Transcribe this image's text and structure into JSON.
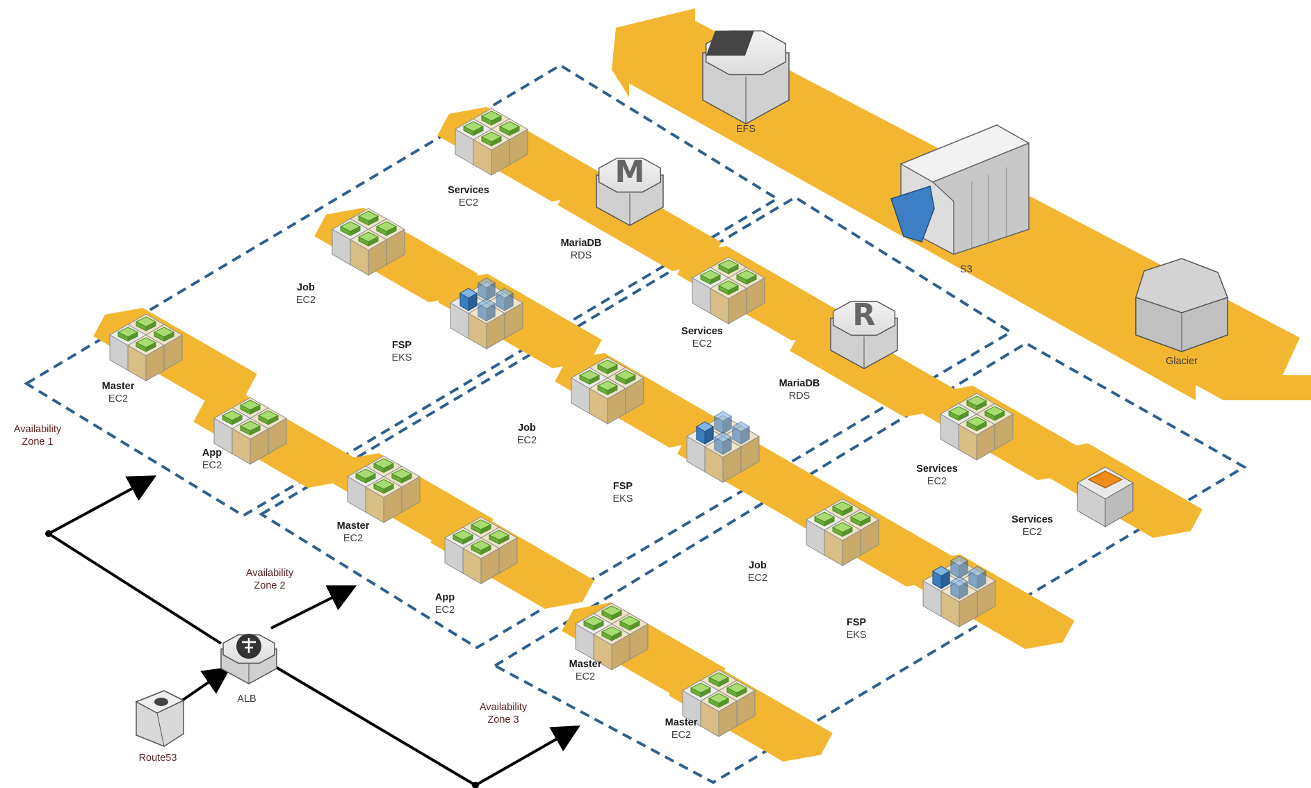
{
  "storage": {
    "efs": {
      "label": "EFS"
    },
    "s3": {
      "label": "S3"
    },
    "glacier": {
      "label": "Glacier"
    }
  },
  "zones": [
    {
      "label_line1": "Availability",
      "label_line2": "Zone 1",
      "groups": [
        {
          "name": "Master",
          "kind": "EC2"
        },
        {
          "name": "App",
          "kind": "EC2"
        },
        {
          "name": "Job",
          "kind": "EC2"
        },
        {
          "name": "FSP",
          "kind": "EKS"
        },
        {
          "name": "Services",
          "kind": "EC2"
        },
        {
          "name": "MariaDB",
          "kind": "RDS",
          "badge": "M"
        }
      ]
    },
    {
      "label_line1": "Availability",
      "label_line2": "Zone 2",
      "groups": [
        {
          "name": "Master",
          "kind": "EC2"
        },
        {
          "name": "App",
          "kind": "EC2"
        },
        {
          "name": "Job",
          "kind": "EC2"
        },
        {
          "name": "FSP",
          "kind": "EKS"
        },
        {
          "name": "Services",
          "kind": "EC2"
        },
        {
          "name": "MariaDB",
          "kind": "RDS",
          "badge": "R"
        }
      ]
    },
    {
      "label_line1": "Availability",
      "label_line2": "Zone 3",
      "groups": [
        {
          "name": "Master",
          "kind": "EC2"
        },
        {
          "name": "Master",
          "kind": "EC2"
        },
        {
          "name": "Job",
          "kind": "EC2"
        },
        {
          "name": "FSP",
          "kind": "EKS"
        },
        {
          "name": "Services",
          "kind": "EC2"
        },
        {
          "name": "Services",
          "kind": "EC2"
        }
      ]
    }
  ],
  "network": {
    "alb": {
      "label": "ALB"
    },
    "route53": {
      "label": "Route53"
    }
  },
  "colors": {
    "band": "#F2B630",
    "zone_border": "#2E5F8E",
    "ec2_icon": "#7BC44A",
    "eks_icon": "#3A7DC0",
    "sg_cube": "#D9B676",
    "server_grey": "#D6D6D6"
  },
  "icons": {
    "efs": "efs-icon",
    "s3": "s3-bucket-icon",
    "glacier": "glacier-icon",
    "rds": "rds-db-icon",
    "ec2": "ec2-instance-icon",
    "eks": "eks-container-icon",
    "alb": "load-balancer-icon",
    "route53": "route53-icon",
    "firewall": "firewall-icon"
  }
}
